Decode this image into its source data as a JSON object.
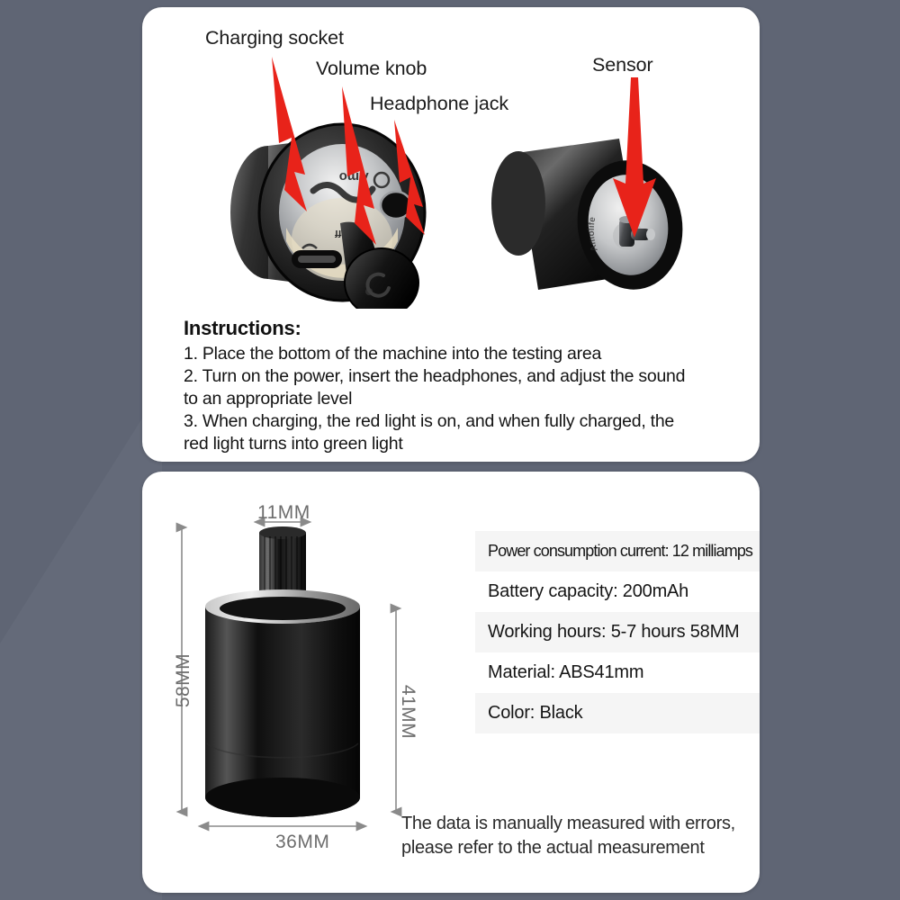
{
  "theme": {
    "background_color": "#5f6574",
    "card_color": "#ffffff",
    "arrow_color": "#e8231a",
    "dimension_line_color": "#8a8a8a",
    "spec_row_shaded_color": "#f5f5f5",
    "text_color": "#141414"
  },
  "top_card": {
    "callouts": [
      {
        "label": "Charging socket",
        "arrow": "red-arrow-down-left"
      },
      {
        "label": "Volume knob",
        "arrow": "red-arrow-down-left"
      },
      {
        "label": "Headphone jack",
        "arrow": "red-arrow-down-left"
      },
      {
        "label": "Sensor",
        "arrow": "red-arrow-down"
      }
    ],
    "photos": [
      {
        "name": "device-bottom-face-photo",
        "description": "Black cylindrical device showing silver bottom plate with charging socket, volume knob and headphone jack"
      },
      {
        "name": "device-sensor-end-photo",
        "description": "Black cylindrical device tilted showing the sensor probe on the end plate"
      }
    ],
    "instructions": {
      "heading": "Instructions:",
      "steps": [
        "1. Place the bottom of the machine into the testing area",
        "2. Turn on the power, insert the headphones, and adjust the sound",
        "to an appropriate level",
        "3. When charging, the red light is on, and when fully charged, the",
        "red light turns into green light"
      ]
    }
  },
  "bottom_card": {
    "diagram": {
      "name": "product-dimension-diagram",
      "dimensions": {
        "knob_width": "11MM",
        "total_height": "58MM",
        "body_height": "41MM",
        "body_diameter": "36MM"
      }
    },
    "specs": [
      {
        "text": "Power consumption current: 12 milliamps",
        "shaded": true,
        "condensed": true
      },
      {
        "text": "Battery capacity: 200mAh",
        "shaded": false,
        "condensed": false
      },
      {
        "text": "Working hours: 5-7 hours 58MM",
        "shaded": true,
        "condensed": false
      },
      {
        "text": "Material: ABS41mm",
        "shaded": false,
        "condensed": false
      },
      {
        "text": "Color: Black",
        "shaded": true,
        "condensed": false
      }
    ],
    "disclaimer": [
      "The data is manually measured with errors,",
      "please refer to the actual measurement"
    ]
  }
}
